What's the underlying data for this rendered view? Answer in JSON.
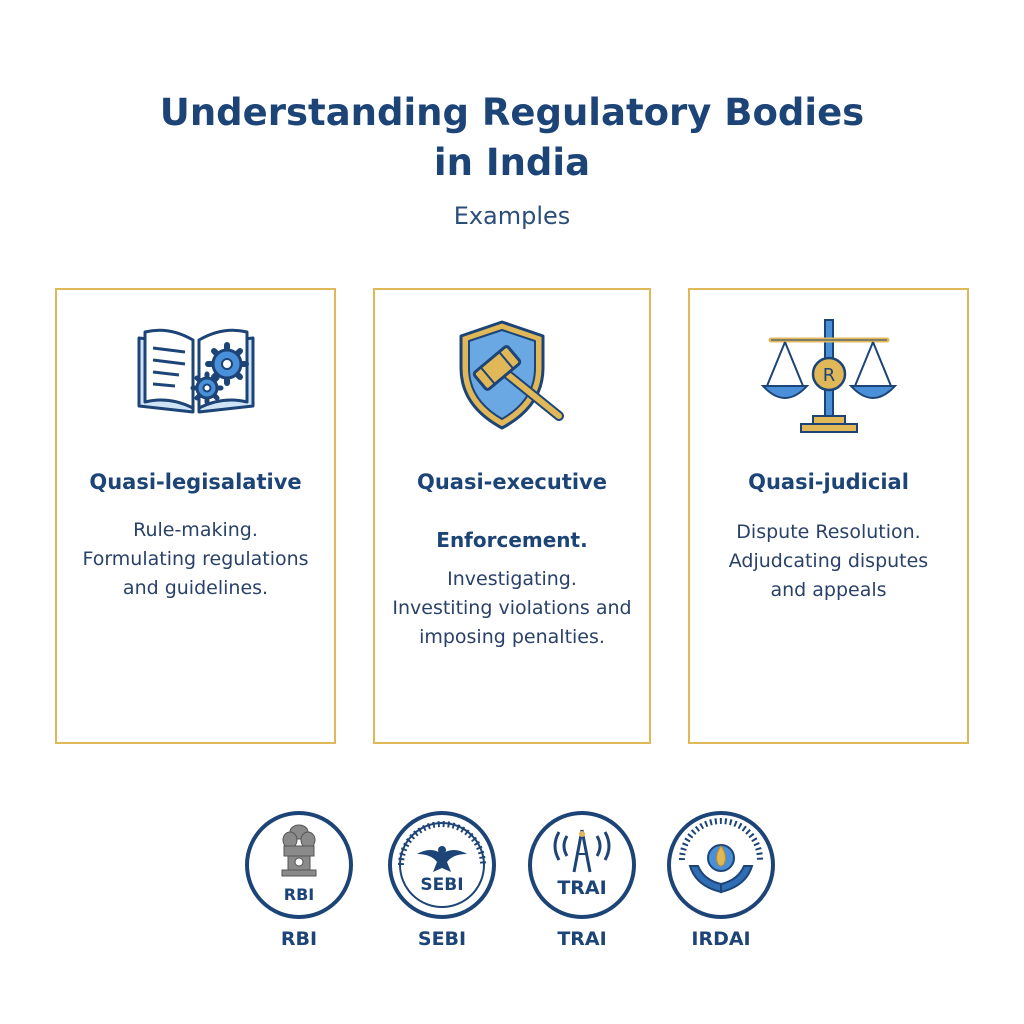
{
  "header": {
    "title_line1": "Understanding Regulatory Bodies",
    "title_line2": "in India",
    "subtitle": "Examples"
  },
  "cards": [
    {
      "heading": "Quasi-legisalative",
      "icon": "book-gears-icon",
      "desc": [
        "Rule-making.",
        "Formulating regulations",
        "and guidelines."
      ]
    },
    {
      "heading": "Quasi-executive",
      "icon": "shield-gavel-icon",
      "sub": "Enforcement.",
      "desc": [
        "Investigating.",
        "Investiting violations and",
        "imposing penalties."
      ]
    },
    {
      "heading": "Quasi-judicial",
      "icon": "scales-icon",
      "icon_glyph": "R",
      "desc": [
        "Dispute Resolution.",
        "Adjudcating disputes",
        "and appeals"
      ]
    }
  ],
  "logos": [
    {
      "label": "RBI",
      "badge": "RBI",
      "icon": "national-emblem-icon"
    },
    {
      "label": "SEBI",
      "badge": "SEBI",
      "icon": "sebi-emblem-icon"
    },
    {
      "label": "TRAI",
      "badge": "TRAI",
      "icon": "tower-signal-icon"
    },
    {
      "label": "IRDAI",
      "icon": "hands-flame-icon"
    }
  ],
  "colors": {
    "navy": "#1d4477",
    "gold": "#e0b858",
    "blue": "#4a90d9",
    "light_blue": "#cfe3f7"
  }
}
